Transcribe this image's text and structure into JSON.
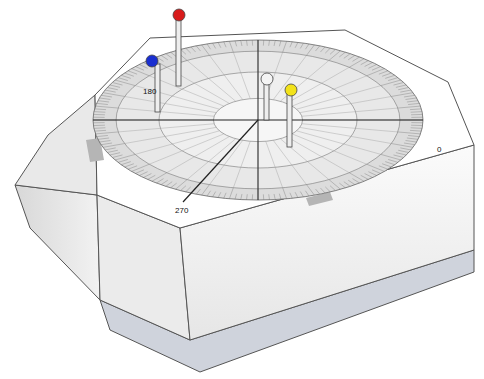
{
  "diagram": {
    "labels": [
      "180",
      "0",
      "270"
    ]
  }
}
